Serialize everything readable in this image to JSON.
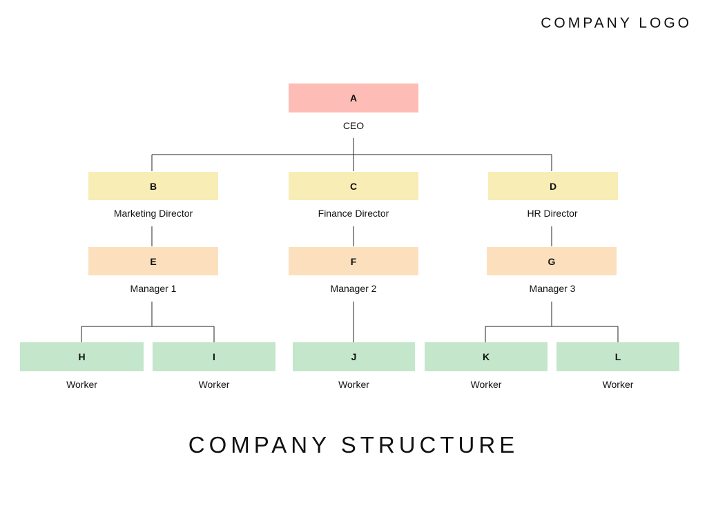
{
  "header": {
    "logo_text": "COMPANY LOGO"
  },
  "footer": {
    "title": "COMPANY STRUCTURE"
  },
  "colors": {
    "ceo": "#fdbcb5",
    "director": "#f8edb5",
    "manager": "#fce0bd",
    "worker": "#c4e6cb",
    "line": "#222222"
  },
  "org": {
    "A": {
      "label": "A",
      "role": "CEO"
    },
    "B": {
      "label": "B",
      "role": "Marketing Director"
    },
    "C": {
      "label": "C",
      "role": "Finance Director"
    },
    "D": {
      "label": "D",
      "role": "HR Director"
    },
    "E": {
      "label": "E",
      "role": "Manager 1"
    },
    "F": {
      "label": "F",
      "role": "Manager 2"
    },
    "G": {
      "label": "G",
      "role": "Manager 3"
    },
    "H": {
      "label": "H",
      "role": "Worker"
    },
    "I": {
      "label": "I",
      "role": "Worker"
    },
    "J": {
      "label": "J",
      "role": "Worker"
    },
    "K": {
      "label": "K",
      "role": "Worker"
    },
    "L": {
      "label": "L",
      "role": "Worker"
    }
  }
}
